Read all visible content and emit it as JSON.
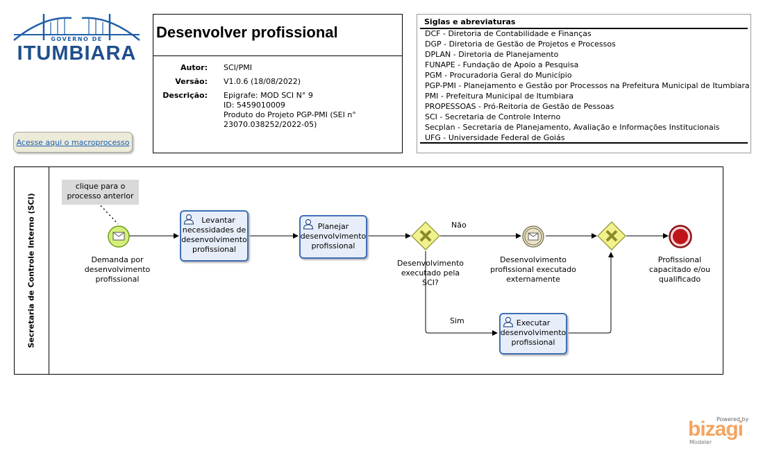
{
  "logo": {
    "top_text": "GOVERNO DE",
    "name": "ITUMBIARA"
  },
  "macro_link": "Acesse aqui o macroprocesso",
  "header": {
    "title": "Desenvolver profissional",
    "author_label": "Autor:",
    "author": "SCI/PMI",
    "version_label": "Versão:",
    "version": "V1.0.6 (18/08/2022)",
    "description_label": "Descrição:",
    "description": [
      "Epigrafe: MOD SCI N° 9",
      "ID: 5459010009",
      "Produto do Projeto PGP-PMI (SEI n°",
      "23070.038252/2022-05)"
    ]
  },
  "acronyms": {
    "title": "Siglas e abreviaturas",
    "items": [
      "DCF - Diretoria de Contabilidade e Finanças",
      "DGP - Diretoria de Gestão de Projetos e Processos",
      "DPLAN - Diretoria de Planejamento",
      "FUNAPE - Fundação de Apoio a Pesquisa",
      "PGM - Procuradoria Geral do Município",
      "PGP-PMI - Planejamento e Gestão por Processos na Prefeitura Municipal de Itumbiara",
      "PMI - Prefeitura Municipal de Itumbiara",
      "PROPESSOAS - Pró-Reitoria de Gestão de Pessoas",
      "SCI - Secretaria de Controle Interno",
      "Secplan - Secretaria de Planejamento, Avaliação e Informações Institucionais",
      "UFG - Universidade Federal de Goiás"
    ]
  },
  "diagram": {
    "lane": "Secretaria de Controle Interno (SCI)",
    "annotation": [
      "clique para o",
      "processo anterior"
    ],
    "start_event": [
      "Demanda por",
      "desenvolvimento",
      "profissional"
    ],
    "task1": [
      "Levantar",
      "necessidades de",
      "desenvolvimento",
      "profissional"
    ],
    "task2": [
      "Planejar",
      "desenvolvimento",
      "profissional"
    ],
    "gateway1": [
      "Desenvolvimento",
      "executado pela",
      "SCI?"
    ],
    "flow_no": "Não",
    "flow_yes": "Sim",
    "intermediate_event": [
      "Desenvolvimento",
      "profissional executado",
      "externamente"
    ],
    "task3": [
      "Executar",
      "desenvolvimento",
      "profissional"
    ],
    "end_event": [
      "Profissional",
      "capacitado e/ou",
      "qualificado"
    ]
  },
  "footer": {
    "powered": "Powered by",
    "brand": "bizagi",
    "product": "Modeler"
  },
  "colors": {
    "task_fill": "#e8eef9",
    "task_border": "#3d6fb5",
    "start_fill": "#d4f07a",
    "gateway_fill": "#f2f28c",
    "end_fill": "#c0141b",
    "logo_blue": "#1f4e8c",
    "bizagi_orange": "#f4a460"
  }
}
